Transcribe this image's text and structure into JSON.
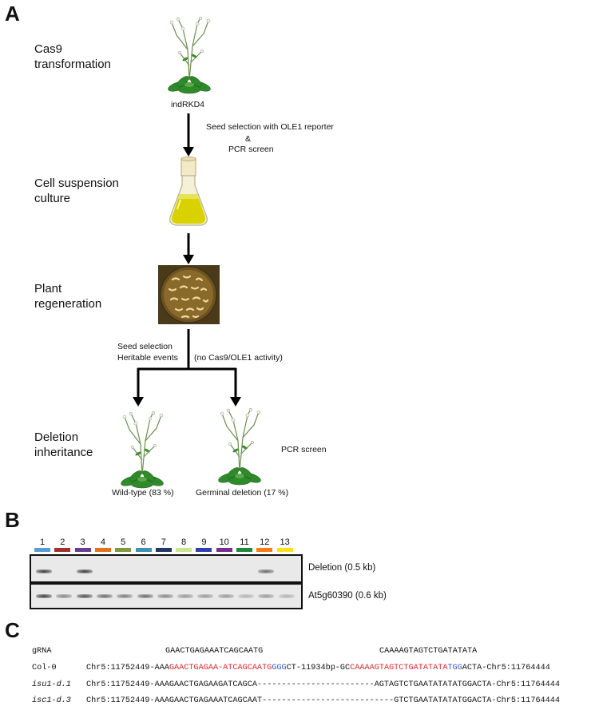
{
  "panels": {
    "A": "A",
    "B": "B",
    "C": "C"
  },
  "panelA": {
    "stages": {
      "cas9": "Cas9\ntransformation",
      "culture": "Cell suspension\nculture",
      "regeneration": "Plant\nregeneration",
      "inheritance": "Deletion\ninheritance"
    },
    "plant_label": "indRKD4",
    "arrow1_label_line1": "Seed selection with OLE1 reporter",
    "arrow1_label_line2": "&",
    "arrow1_label_line3": "PCR screen",
    "branch_left_line1": "Seed  selection",
    "branch_left_line2": "Heritable events",
    "branch_right": "(no Cas9/OLE1  activity)",
    "pcr_screen": "PCR screen",
    "outcome_left": "Wild-type (83 %)",
    "outcome_right": "Germinal deletion  (17 %)"
  },
  "panelB": {
    "lanes": [
      "1",
      "2",
      "3",
      "4",
      "5",
      "6",
      "7",
      "8",
      "9",
      "10",
      "11",
      "12",
      "13"
    ],
    "lane_colors": [
      "#5b9bd5",
      "#a0322e",
      "#6a3d8f",
      "#e8701a",
      "#7e9a3c",
      "#3f8fb0",
      "#1f3864",
      "#c8e68a",
      "#2f3fb0",
      "#7a2d8a",
      "#1d8a3a",
      "#ff7a12",
      "#ffe01a"
    ],
    "deletion_label": "Deletion (0.5 kb)",
    "control_label": "At5g60390 (0.6 kb)",
    "deletion_band_lanes": [
      1,
      3,
      12
    ],
    "control_band_intensity": [
      0.95,
      0.55,
      0.85,
      0.7,
      0.6,
      0.7,
      0.55,
      0.45,
      0.45,
      0.45,
      0.3,
      0.45,
      0.3
    ]
  },
  "panelC": {
    "gRNA": {
      "label": "gRNA",
      "guide1": "GAACTGAGAAATCAGCAATG",
      "guide2": "CAAAAGTAGTCTGATATATA"
    },
    "col0": {
      "label": "Col-0",
      "p1": "Chr5:11752449-AAA",
      "p2": "GAACTGAGAA-ATCAGCAATG",
      "p3": "GGG",
      "p4": "CT-11934bp-GC",
      "p5": "CAAAAGTAGTCTGATATATA",
      "p6": "TGG",
      "p7": "ACTA-Chr5:11764444"
    },
    "isu1": {
      "label": "isu1-d.1",
      "seq": "Chr5:11752449-AAAGAACTGAGAAGATCAGCA------------------------AGTAGTCTGAATATATATGGACTA-Chr5:11764444"
    },
    "isc1": {
      "label": "isc1-d.3",
      "seq": "Chr5:11752449-AAAGAACTGAGAAATCAGCAAT---------------------------GTCTGAATATATATGGACTA-Chr5:11764444"
    }
  }
}
